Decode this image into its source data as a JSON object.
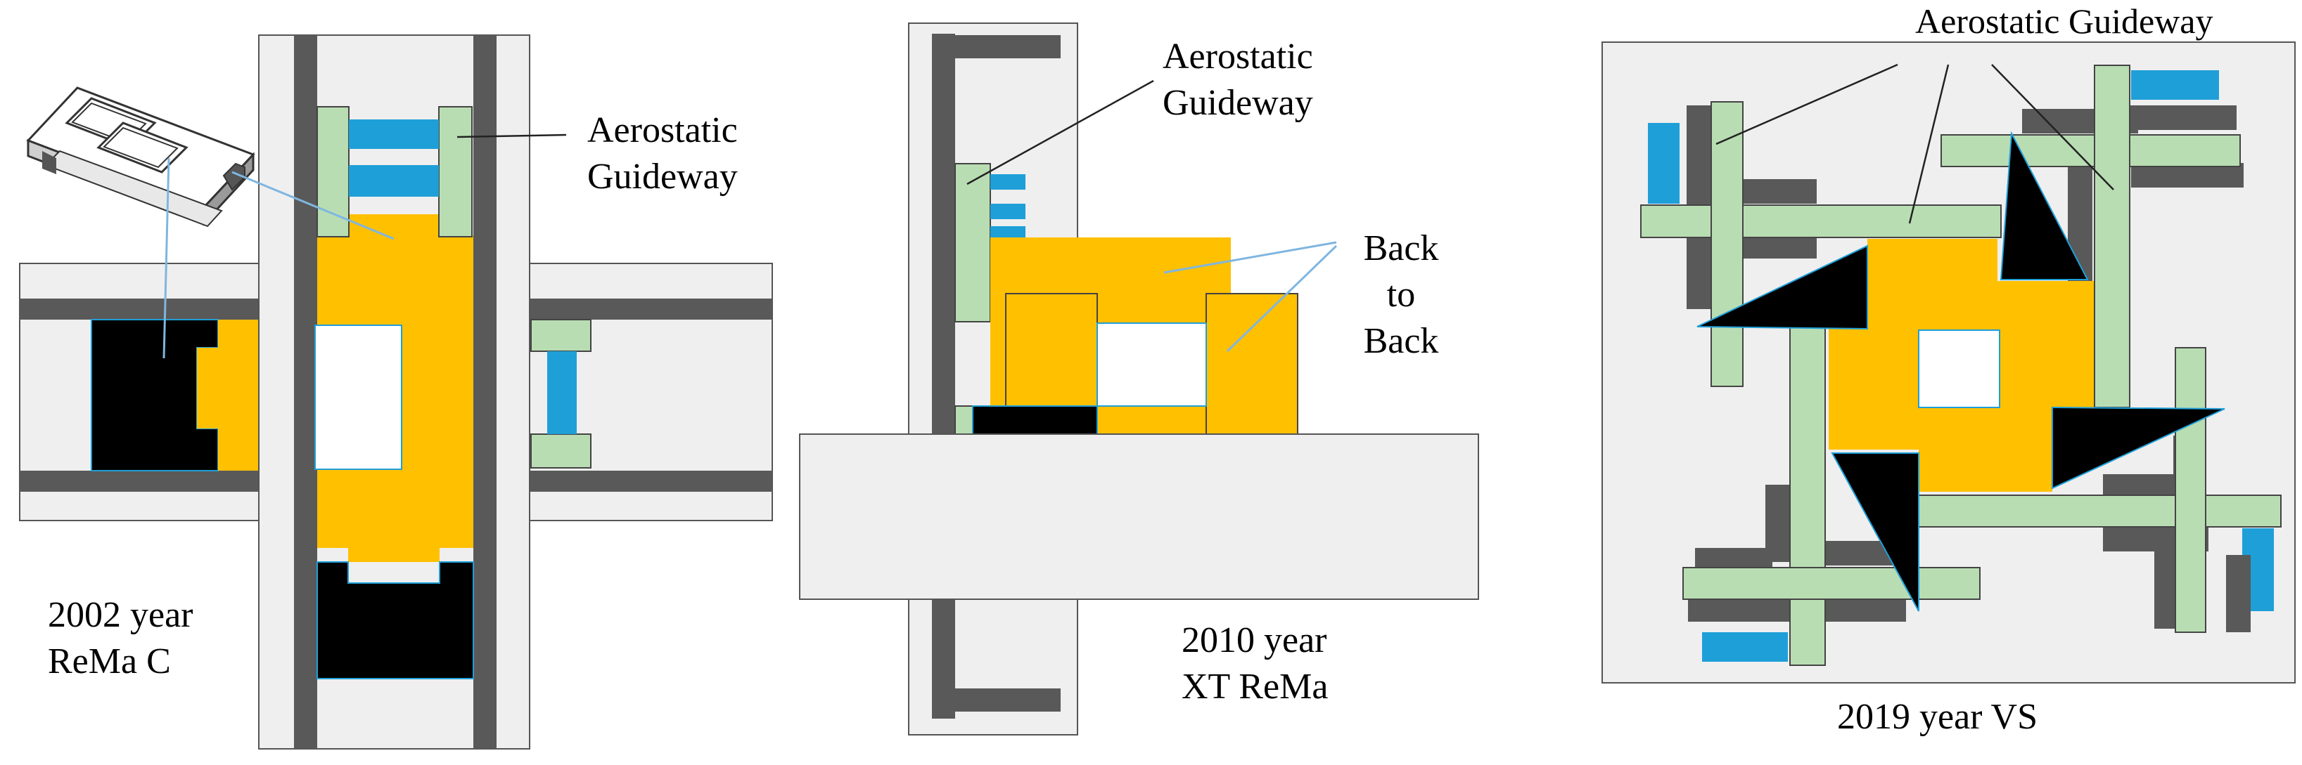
{
  "panels": [
    {
      "id": "rema-c",
      "caption_line1": "2002 year",
      "caption_line2": "ReMa C",
      "callout_line1": "Aerostatic",
      "callout_line2": "Guideway"
    },
    {
      "id": "xt-rema",
      "caption_line1": "2010 year",
      "caption_line2": "XT ReMa",
      "callout_line1": "Aerostatic",
      "callout_line2": "Guideway",
      "back_line1": "Back",
      "back_line2": "to",
      "back_line3": "Back"
    },
    {
      "id": "vs",
      "caption": "2019 year VS",
      "callout": "Aerostatic Guideway"
    }
  ],
  "colors": {
    "guideway_green": "#b9ddb3",
    "rail_dark": "#595959",
    "carriage_yellow": "#ffc000",
    "pad_blue": "#1f9fd8",
    "base_gray": "#efefef",
    "body_black": "#000000",
    "leader_blue": "#7fb6e0"
  }
}
